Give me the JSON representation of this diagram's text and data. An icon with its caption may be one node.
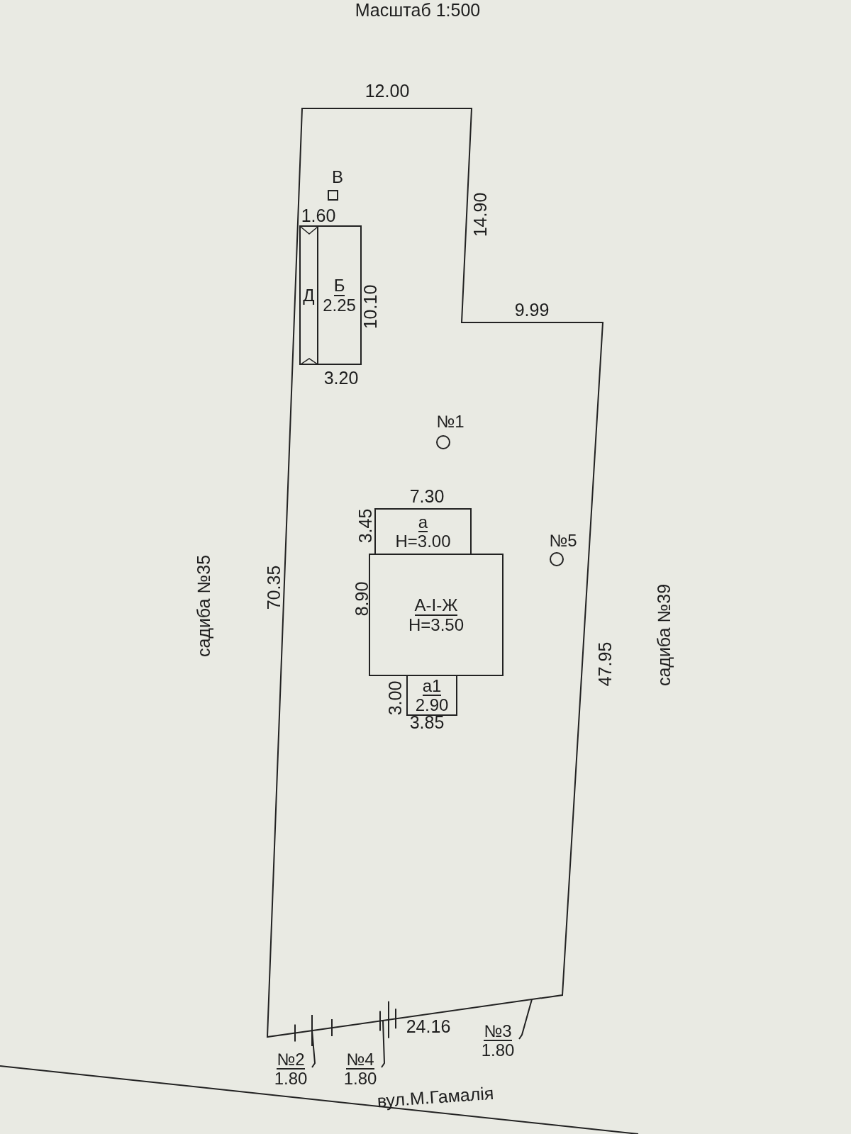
{
  "diagram": {
    "title": "Масштаб  1:500",
    "nodes": [
      {
        "text": [
          "В"
        ]
      },
      {
        "text": [
          "Д"
        ]
      },
      {
        "text": [
          "Б",
          "2.25"
        ]
      },
      {
        "text": [
          "№1"
        ]
      },
      {
        "text": [
          "а",
          "Н=3.00"
        ]
      },
      {
        "text": [
          "№5"
        ]
      },
      {
        "text": [
          "А-І-Ж",
          "Н=3.50"
        ]
      },
      {
        "text": [
          "а1",
          "2.90"
        ]
      },
      {
        "text": [
          "№2",
          "1.80"
        ]
      },
      {
        "text": [
          "№4",
          "1.80"
        ]
      },
      {
        "text": [
          "№3",
          "1.80"
        ]
      }
    ],
    "edges": [
      {
        "from": 8,
        "to": null,
        "arrow": "none"
      },
      {
        "from": 9,
        "to": null,
        "arrow": "none"
      },
      {
        "from": 10,
        "to": null,
        "arrow": "none"
      }
    ],
    "labels": [
      "12.00",
      "14.90",
      "1.60",
      "10.10",
      "9.99",
      "3.20",
      "7.30",
      "3.45",
      "8.90",
      "3.00",
      "3.85",
      "70.35",
      "садиба №35",
      "47.95",
      "садиба №39",
      "24.16",
      "вул.М.Гамалія"
    ]
  }
}
